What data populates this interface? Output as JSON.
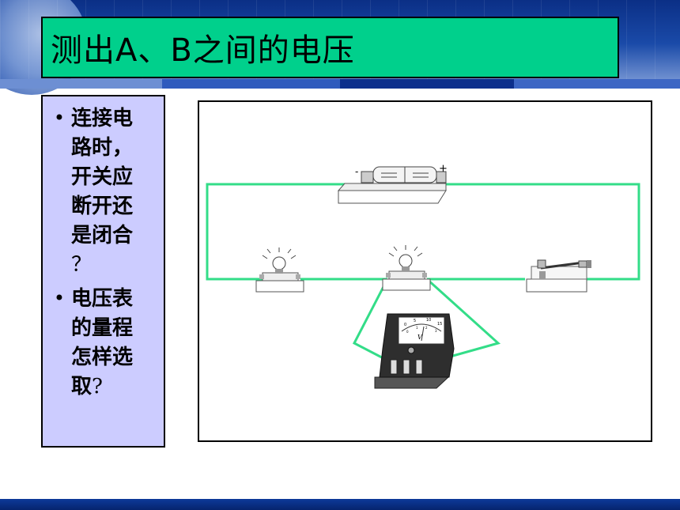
{
  "slide": {
    "title": "测出A、B之间的电压",
    "questions": [
      {
        "bullet": "•",
        "text": "连接电路时，开关应断开还是闭合",
        "mark": "？"
      },
      {
        "bullet": "•",
        "text": "电压表的量程怎样选取",
        "mark": "?"
      }
    ]
  },
  "diagram": {
    "battery_minus": "-",
    "battery_plus": "+",
    "meter_unit": "V",
    "meter_scale": [
      "0",
      "5",
      "10",
      "15"
    ],
    "meter_scale_inner": [
      "0",
      "1",
      "2",
      "3"
    ]
  },
  "colors": {
    "title_bg": "#00d08c",
    "question_bg": "#ccccff",
    "wire": "#33dd88",
    "band_dark": "#0b2f86"
  }
}
